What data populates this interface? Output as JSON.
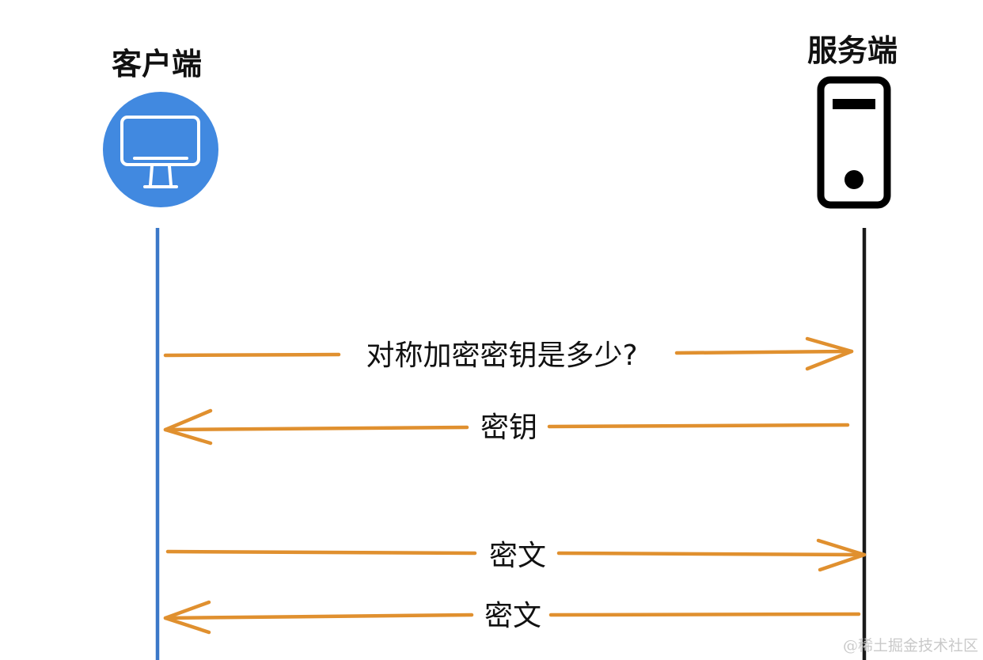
{
  "actors": {
    "client": {
      "label": "客户端",
      "icon": "monitor-icon",
      "color": "#4189e0"
    },
    "server": {
      "label": "服务端",
      "icon": "server-tower-icon",
      "color": "#111111"
    }
  },
  "messages": [
    {
      "label": "对称加密密钥是多少?",
      "from": "client",
      "to": "server"
    },
    {
      "label": "密钥",
      "from": "server",
      "to": "client"
    },
    {
      "label": "密文",
      "from": "client",
      "to": "server"
    },
    {
      "label": "密文",
      "from": "server",
      "to": "client"
    }
  ],
  "colors": {
    "arrow": "#e0902f",
    "client_lifeline": "#3b78c8",
    "server_lifeline": "#1a1a1a"
  },
  "watermark": "@稀土掘金技术社区"
}
